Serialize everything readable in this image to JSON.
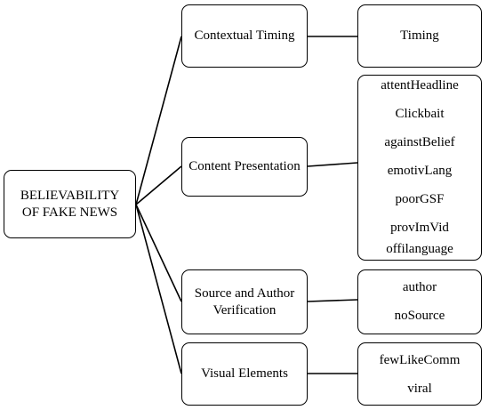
{
  "root": {
    "label_line1": "BELIEVABILITY",
    "label_line2": "OF FAKE NEWS"
  },
  "categories": [
    {
      "label": "Contextual Timing",
      "items": [
        "Timing"
      ]
    },
    {
      "label": "Content Presentation",
      "items": [
        "attentHeadline",
        "Clickbait",
        "againstBelief",
        "emotivLang",
        "poorGSF",
        "provImVid",
        "offilanguage"
      ]
    },
    {
      "label_line1": "Source and Author",
      "label_line2": "Verification",
      "items": [
        "author",
        "noSource"
      ]
    },
    {
      "label": "Visual Elements",
      "items": [
        "fewLikeComm",
        "viral"
      ]
    }
  ],
  "colors": {
    "stroke": "#000000",
    "background": "#ffffff"
  }
}
